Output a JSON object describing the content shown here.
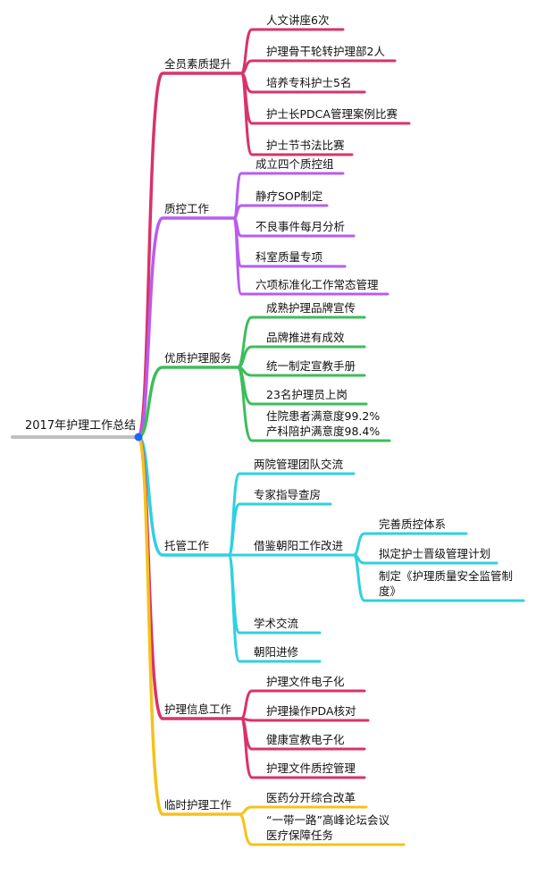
{
  "root": {
    "label": "2017年护理工作总结"
  },
  "colors": {
    "root": "#c0c0c0",
    "node": "#1a66ff",
    "branches": [
      "#d8336b",
      "#b95cf0",
      "#3ebd5a",
      "#2fd0e0",
      "#d8336b",
      "#f5c21b"
    ]
  },
  "branches": [
    {
      "label": "全员素质提升",
      "children": [
        "人文讲座6次",
        "护理骨干轮转护理部2人",
        "培养专科护士5名",
        "护士长PDCA管理案例比赛",
        "护士节书法比赛"
      ]
    },
    {
      "label": "质控工作",
      "children": [
        "成立四个质控组",
        "静疗SOP制定",
        "不良事件每月分析",
        "科室质量专项",
        "六项标准化工作常态管理"
      ]
    },
    {
      "label": "优质护理服务",
      "children": [
        "成熟护理品牌宣传",
        "品牌推进有成效",
        "统一制定宣教手册",
        "23名护理员上岗",
        "住院患者满意度99.2%\n产科陪护满意度98.4%"
      ]
    },
    {
      "label": "托管工作",
      "children": [
        "两院管理团队交流",
        "专家指导查房",
        "借鉴朝阳工作改进",
        "学术交流",
        "朝阳进修"
      ],
      "sub": [
        "完善质控体系",
        "拟定护士晋级管理计划",
        "制定《护理质量安全监管制度》"
      ]
    },
    {
      "label": "护理信息工作",
      "children": [
        "护理文件电子化",
        "护理操作PDA核对",
        "健康宣教电子化",
        "护理文件质控管理"
      ]
    },
    {
      "label": "临时护理工作",
      "children": [
        "医药分开综合改革",
        "“一带一路”高峰论坛会议\n医疗保障任务"
      ]
    }
  ]
}
